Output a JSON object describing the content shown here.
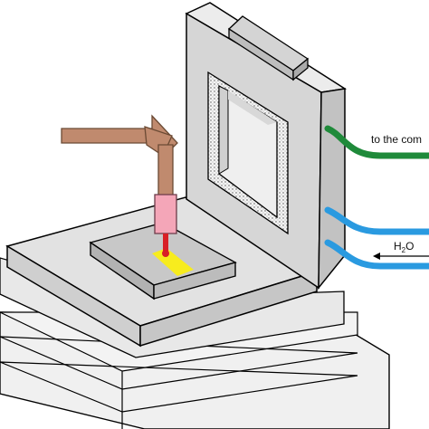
{
  "labels": {
    "computer": "to the com",
    "water_main": "H",
    "water_sub": "2",
    "water_tail": "O"
  },
  "colors": {
    "laser_arm": "#c08a6e",
    "laser_arm_stroke": "#6b4a34",
    "head": "#f4a6b8",
    "beam": "#d81f26",
    "track": "#f7ec1e",
    "computer_cable": "#1f8a3a",
    "water_pipe": "#2a9ae0",
    "stage_fill": "#e2e2e2",
    "wall_fill": "#d6d6d6",
    "window_fill": "#efefef"
  }
}
